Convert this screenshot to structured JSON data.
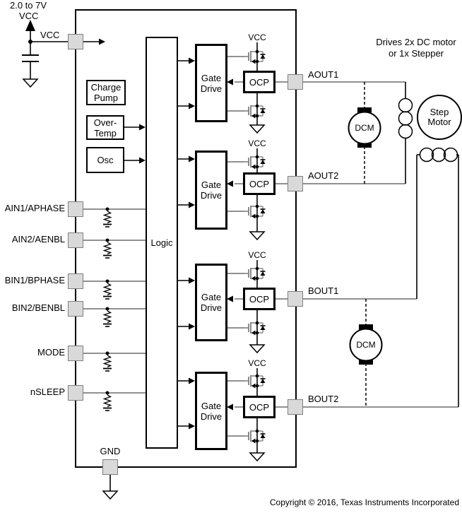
{
  "colors": {
    "wire_gray": "#808080",
    "black": "#000000",
    "pin_fill": "#d9d9d9",
    "pin_border": "#808080"
  },
  "power": {
    "range": "2.0 to 7V",
    "vcc_top": "VCC",
    "vcc_pin": "VCC",
    "gnd_pin": "GND"
  },
  "annotation": {
    "line1": "Drives 2x DC motor",
    "line2": "or 1x Stepper"
  },
  "blocks": {
    "charge_pump_line1": "Charge",
    "charge_pump_line2": "Pump",
    "over_temp_line1": "Over-",
    "over_temp_line2": "Temp",
    "osc": "Osc",
    "logic": "Logic"
  },
  "channels": [
    {
      "vcc": "VCC",
      "gate_drive_line1": "Gate",
      "gate_drive_line2": "Drive",
      "ocp": "OCP",
      "pin": "AOUT1"
    },
    {
      "vcc": "VCC",
      "gate_drive_line1": "Gate",
      "gate_drive_line2": "Drive",
      "ocp": "OCP",
      "pin": "AOUT2"
    },
    {
      "vcc": "VCC",
      "gate_drive_line1": "Gate",
      "gate_drive_line2": "Drive",
      "ocp": "OCP",
      "pin": "BOUT1"
    },
    {
      "vcc": "VCC",
      "gate_drive_line1": "Gate",
      "gate_drive_line2": "Drive",
      "ocp": "OCP",
      "pin": "BOUT2"
    }
  ],
  "input_pins": [
    {
      "label": "AIN1/APHASE"
    },
    {
      "label": "AIN2/AENBL"
    },
    {
      "label": "BIN1/BPHASE"
    },
    {
      "label": "BIN2/BENBL"
    },
    {
      "label": "MODE"
    },
    {
      "label": "nSLEEP"
    }
  ],
  "load": {
    "dc_motor": "DCM",
    "step_motor_line1": "Step",
    "step_motor_line2": "Motor"
  },
  "footer": {
    "copyright": "Copyright © 2016, Texas Instruments Incorporated"
  }
}
